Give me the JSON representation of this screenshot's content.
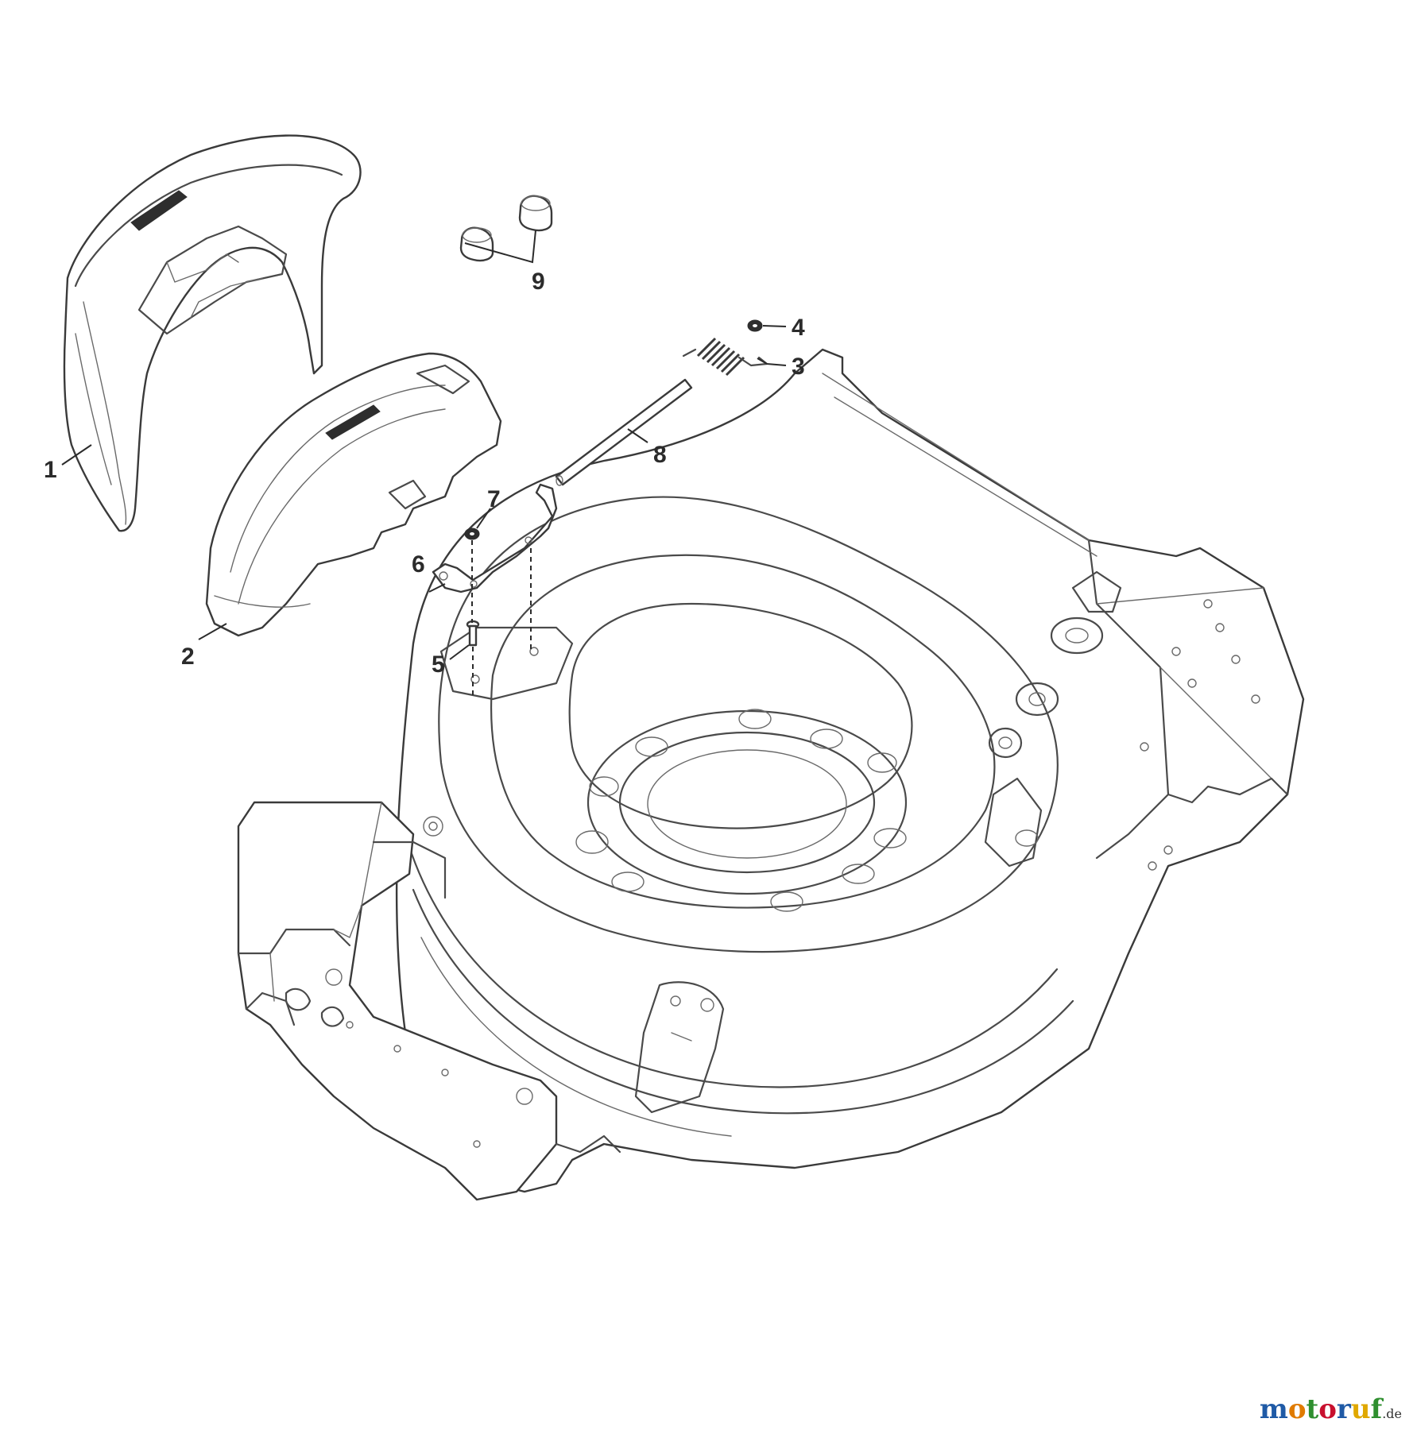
{
  "callouts": [
    {
      "id": "1",
      "label": "1"
    },
    {
      "id": "2",
      "label": "2"
    },
    {
      "id": "3",
      "label": "3"
    },
    {
      "id": "4",
      "label": "4"
    },
    {
      "id": "5",
      "label": "5"
    },
    {
      "id": "6",
      "label": "6"
    },
    {
      "id": "7",
      "label": "7"
    },
    {
      "id": "8",
      "label": "8"
    },
    {
      "id": "9",
      "label": "9"
    }
  ],
  "watermark": {
    "brand": [
      "m",
      "o",
      "t",
      "o",
      "r",
      "u",
      "f"
    ],
    "tld": ".de",
    "colors": [
      "#1f5aa6",
      "#e07b00",
      "#2f8f2f",
      "#c8102e",
      "#1f5aa6",
      "#e0a800",
      "#2f8f2f"
    ]
  },
  "colors": {
    "line": "#3a3a3a",
    "background": "#ffffff"
  }
}
